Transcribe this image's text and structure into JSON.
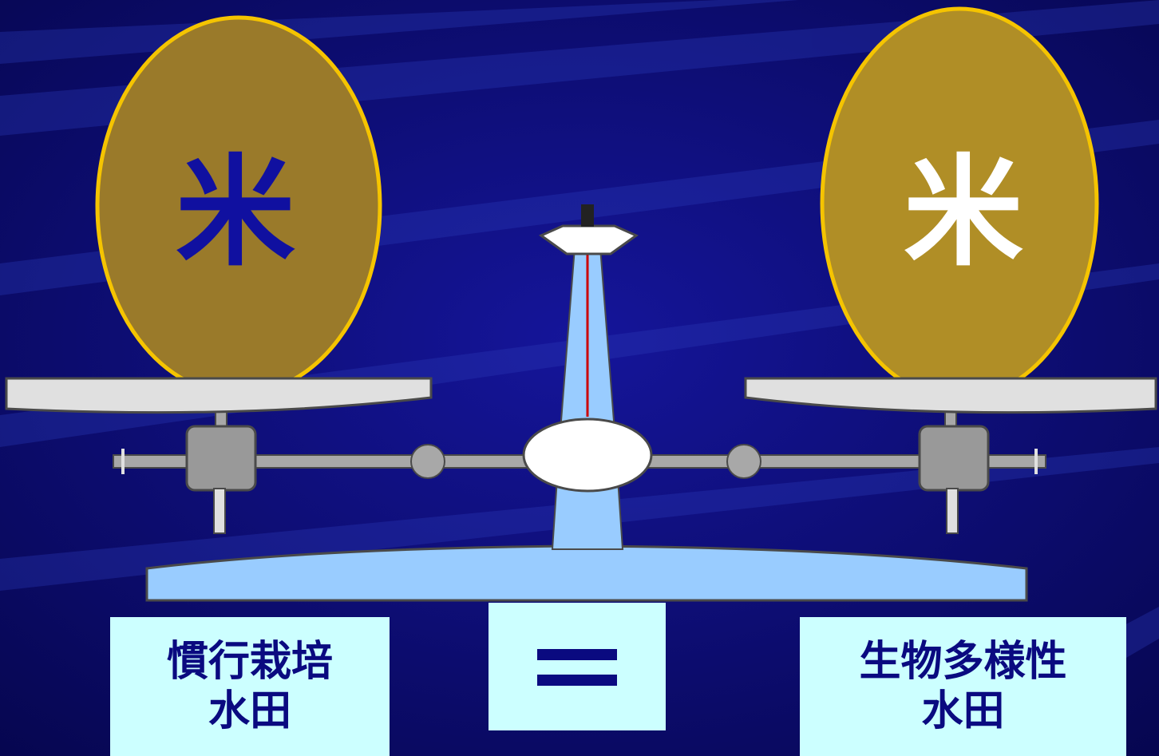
{
  "background": {
    "color_dark": "#05054a",
    "color_mid": "#12128c",
    "stripe_color": "#2a3ab8"
  },
  "eggs": {
    "left": {
      "label": "米",
      "fill": "#9a7a2a",
      "outline": "#f5c400",
      "text_color": "#1010a0"
    },
    "right": {
      "label": "米",
      "fill": "#b08e26",
      "outline": "#f5c400",
      "text_color": "#ffffff"
    }
  },
  "scale": {
    "pan_color": "#e0e0e0",
    "beam_color": "#a8a8a8",
    "column_color": "#99ccff",
    "needle_color": "#cc0000"
  },
  "labels": {
    "left_line1": "慣行栽培",
    "left_line2": "水田",
    "center": "＝",
    "right_line1": "生物多様性",
    "right_line2": "水田",
    "box_color": "#ccffff",
    "text_color": "#0a0a80"
  }
}
